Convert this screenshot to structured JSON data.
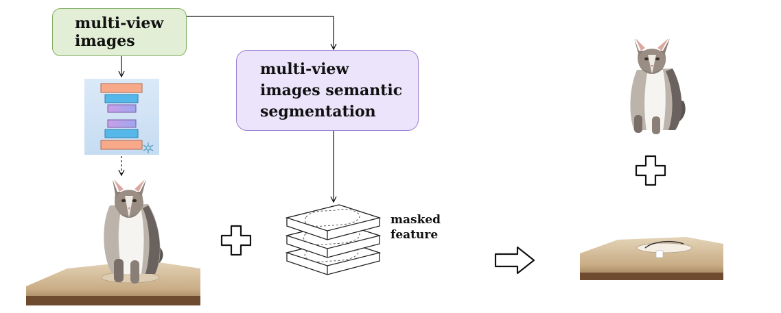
{
  "nodes": {
    "multiview_images": "multi-view\nimages",
    "semantic_segmentation": "multi-view\nimages semantic\nsegmentation",
    "masked_feature": "masked\nfeature"
  },
  "colors": {
    "green_box_fill": "#e2efd6",
    "green_box_border": "#7fae62",
    "purple_box_fill": "#ebe4fb",
    "purple_box_border": "#9a7fd2",
    "network_salmon": "#f7a98a",
    "network_blue": "#56b8e8",
    "network_violet": "#c38de0"
  }
}
